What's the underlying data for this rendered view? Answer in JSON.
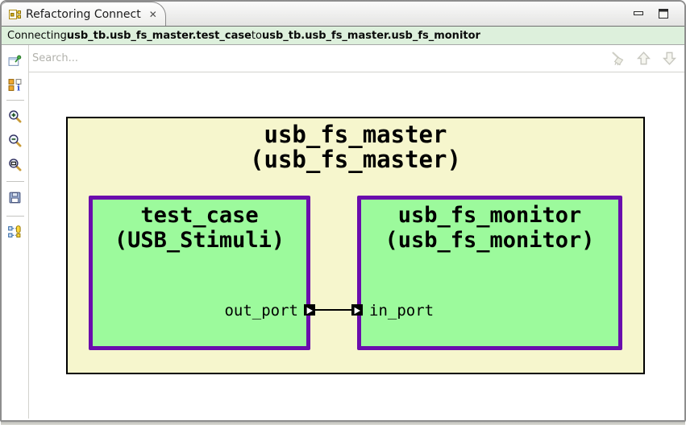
{
  "window": {
    "tab": {
      "title": "Refactoring Connect",
      "close_glyph": "✕",
      "icon": "refactoring-connect-icon"
    },
    "controls": {
      "minimize_icon": "minimize-icon",
      "maximize_icon": "maximize-icon"
    }
  },
  "connection_bar": {
    "prefix": "Connecting",
    "source_path": "usb_tb.usb_fs_master.test_case",
    "connector_word": "to",
    "target_path": "usb_tb.usb_fs_master.usb_fs_monitor"
  },
  "search": {
    "placeholder": "Search...",
    "actions": [
      "clear-search-icon",
      "previous-match-icon",
      "next-match-icon"
    ],
    "actions_state": "disabled"
  },
  "toolbar": {
    "items": [
      "pin-view-icon",
      "properties-icon",
      "separator",
      "zoom-in-icon",
      "zoom-out-icon",
      "zoom-fit-icon",
      "separator",
      "save-icon",
      "separator",
      "show-ports-icon"
    ]
  },
  "diagram": {
    "parent_block": {
      "instance": "usb_fs_master",
      "type": "(usb_fs_master)"
    },
    "source_block": {
      "instance": "test_case",
      "type": "(USB_Stimuli)",
      "port": "out_port"
    },
    "target_block": {
      "instance": "usb_fs_monitor",
      "type": "(usb_fs_monitor)",
      "port": "in_port"
    },
    "port_icon": "right-triangle-port-icon"
  },
  "colors": {
    "connection_bar_bg": "#ddf0dc",
    "parent_fill": "#f6f6cd",
    "block_fill": "#9cfa9c",
    "block_border": "#6a0dad",
    "port_fill": "#000000",
    "connector": "#000000"
  }
}
